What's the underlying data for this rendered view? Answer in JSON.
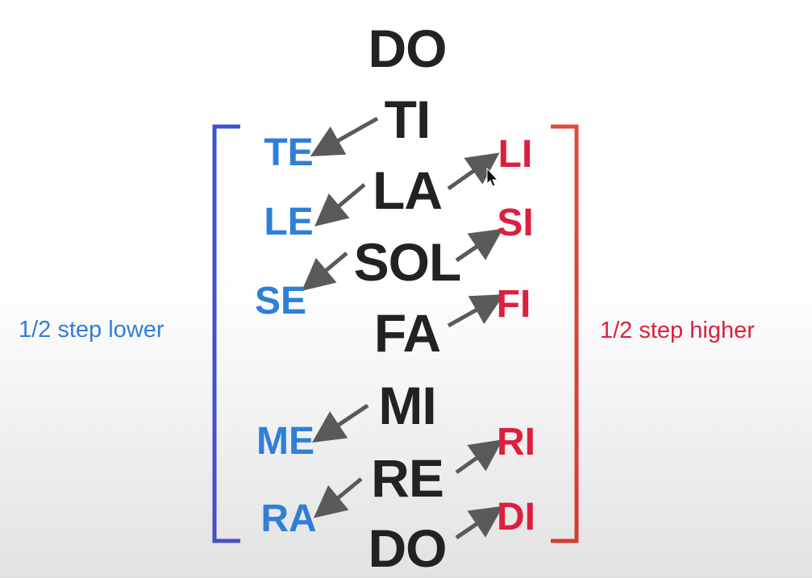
{
  "diatonic": [
    "DO",
    "TI",
    "LA",
    "SOL",
    "FA",
    "MI",
    "RE",
    "DO"
  ],
  "lowered": [
    "TE",
    "LE",
    "SE",
    "ME",
    "RA"
  ],
  "raised": [
    "LI",
    "SI",
    "FI",
    "RI",
    "DI"
  ],
  "labels": {
    "lower": "1/2 step lower",
    "higher": "1/2 step higher"
  },
  "colors": {
    "diatonic": "#222222",
    "lowered": "#2f7fd8",
    "raised": "#dd1f3e",
    "arrow": "#5a5a5a",
    "left_bracket": "#3d4fd0",
    "right_bracket": "#e0433a"
  }
}
